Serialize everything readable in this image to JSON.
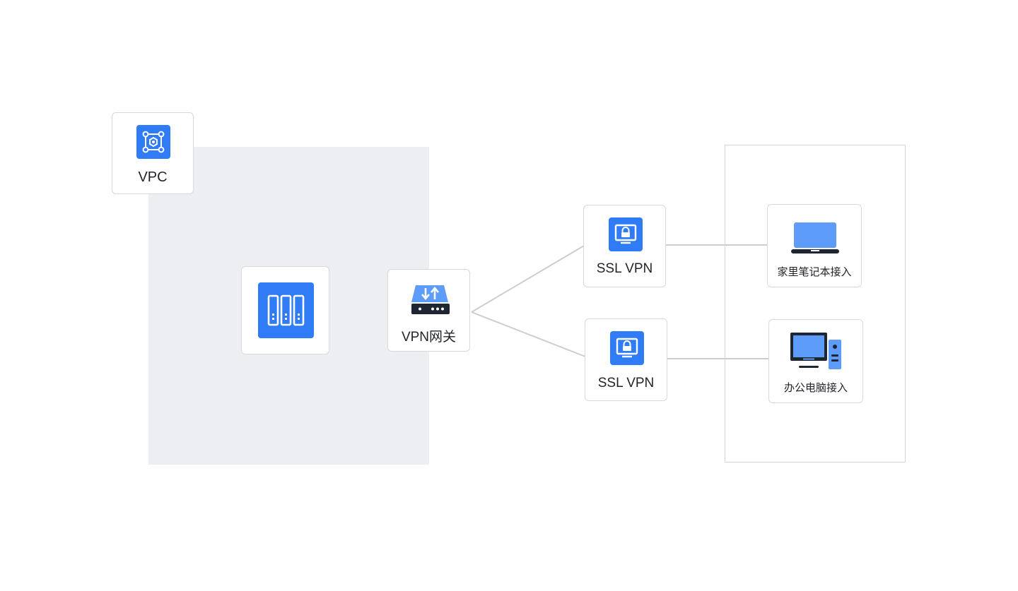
{
  "diagram": {
    "vpc": {
      "label": "VPC",
      "icon": "vpc-icon"
    },
    "server": {
      "icon": "server-rack-icon"
    },
    "gateway": {
      "label": "VPN网关",
      "icon": "vpn-gateway-icon"
    },
    "ssl_vpn_top": {
      "label": "SSL VPN",
      "icon": "ssl-vpn-icon"
    },
    "ssl_vpn_bottom": {
      "label": "SSL VPN",
      "icon": "ssl-vpn-icon"
    },
    "home_laptop": {
      "label": "家里笔记本接入",
      "icon": "laptop-icon"
    },
    "office_pc": {
      "label": "办公电脑接入",
      "icon": "desktop-computer-icon"
    }
  },
  "colors": {
    "accent": "#2f7cf6",
    "accent_light": "#5d9cf8",
    "dark": "#1e2633",
    "region_fill": "#eceef2",
    "line": "#c9cdd4",
    "border": "#d6d9de"
  }
}
